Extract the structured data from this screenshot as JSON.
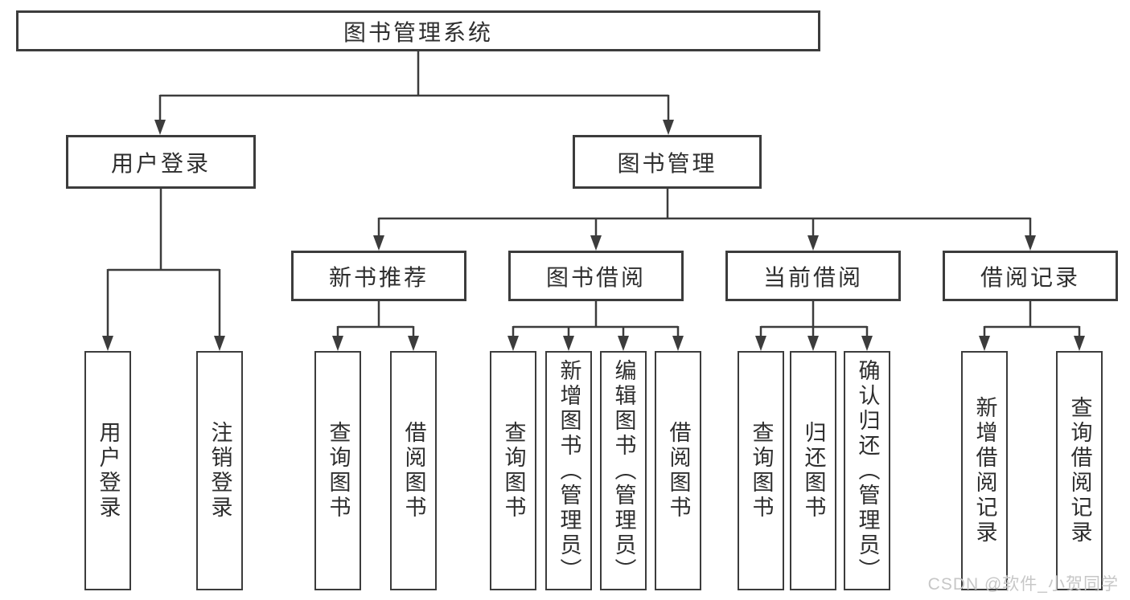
{
  "tree": {
    "label": "图书管理系统",
    "children": [
      {
        "id": "user-login",
        "label": "用户登录",
        "children": [
          {
            "label": "用户登录"
          },
          {
            "label": "注销登录"
          }
        ]
      },
      {
        "id": "book-management",
        "label": "图书管理",
        "children": [
          {
            "id": "new-book-recommend",
            "label": "新书推荐",
            "children": [
              {
                "label": "查询图书"
              },
              {
                "label": "借阅图书"
              }
            ]
          },
          {
            "id": "book-borrowing",
            "label": "图书借阅",
            "children": [
              {
                "label": "查询图书"
              },
              {
                "label": "新增图书（管理员）"
              },
              {
                "label": "编辑图书（管理员）"
              },
              {
                "label": "借阅图书"
              }
            ]
          },
          {
            "id": "current-borrowing",
            "label": "当前借阅",
            "children": [
              {
                "label": "查询图书"
              },
              {
                "label": "归还图书"
              },
              {
                "label": "确认归还（管理员）"
              }
            ]
          },
          {
            "id": "borrowing-records",
            "label": "借阅记录",
            "children": [
              {
                "label": "新增借阅记录"
              },
              {
                "label": "查询借阅记录"
              }
            ]
          }
        ]
      }
    ]
  },
  "watermark": {
    "text": "CSDN @软件_小贺同学"
  },
  "colors": {
    "line": "#3c3c3c",
    "text": "#2e2e2e",
    "watermark": "#c7c7c7",
    "background": "#ffffff"
  }
}
